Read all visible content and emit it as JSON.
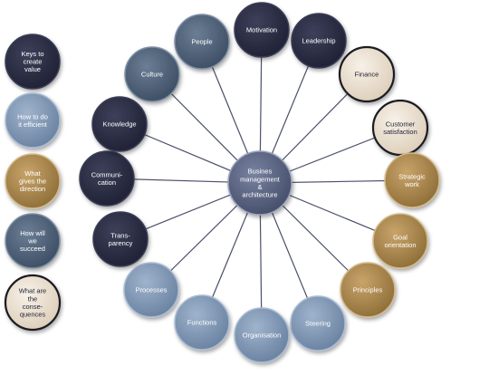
{
  "center": {
    "lines": [
      "Busines",
      "management",
      "&",
      "architecture"
    ]
  },
  "ring": [
    {
      "lines": [
        "Motivation"
      ],
      "style": "navy"
    },
    {
      "lines": [
        "Leadership"
      ],
      "style": "navy"
    },
    {
      "lines": [
        "Finance"
      ],
      "style": "cream"
    },
    {
      "lines": [
        "Customer",
        "satisfaction"
      ],
      "style": "cream"
    },
    {
      "lines": [
        "Strategic",
        "work"
      ],
      "style": "gold"
    },
    {
      "lines": [
        "Goal",
        "orientation"
      ],
      "style": "gold"
    },
    {
      "lines": [
        "Principles"
      ],
      "style": "gold"
    },
    {
      "lines": [
        "Steering"
      ],
      "style": "light"
    },
    {
      "lines": [
        "Organisation"
      ],
      "style": "light"
    },
    {
      "lines": [
        "Functions"
      ],
      "style": "light"
    },
    {
      "lines": [
        "Processes"
      ],
      "style": "light"
    },
    {
      "lines": [
        "Trans-",
        "parency"
      ],
      "style": "navy"
    },
    {
      "lines": [
        "Communi-",
        "cation"
      ],
      "style": "navy"
    },
    {
      "lines": [
        "Knowledge"
      ],
      "style": "navy"
    },
    {
      "lines": [
        "Culture"
      ],
      "style": "slate"
    },
    {
      "lines": [
        "People"
      ],
      "style": "slate"
    }
  ],
  "legend": [
    {
      "lines": [
        "Keys to",
        "create",
        "value"
      ],
      "style": "navy"
    },
    {
      "lines": [
        "How to do",
        "it efficient"
      ],
      "style": "light"
    },
    {
      "lines": [
        "What",
        "gives the",
        "direction"
      ],
      "style": "gold"
    },
    {
      "lines": [
        "How will",
        "we",
        "succeed"
      ],
      "style": "slate"
    },
    {
      "lines": [
        "What are",
        "the",
        "conse-",
        "quences"
      ],
      "style": "cream"
    }
  ],
  "colors": {
    "navy": "#2c2e45",
    "slate": "#53667d",
    "light": "#7f96b2",
    "gold": "#a8864d",
    "cream": "#ece3d6",
    "spoke": "#4a5068",
    "center": "#5c6684"
  }
}
